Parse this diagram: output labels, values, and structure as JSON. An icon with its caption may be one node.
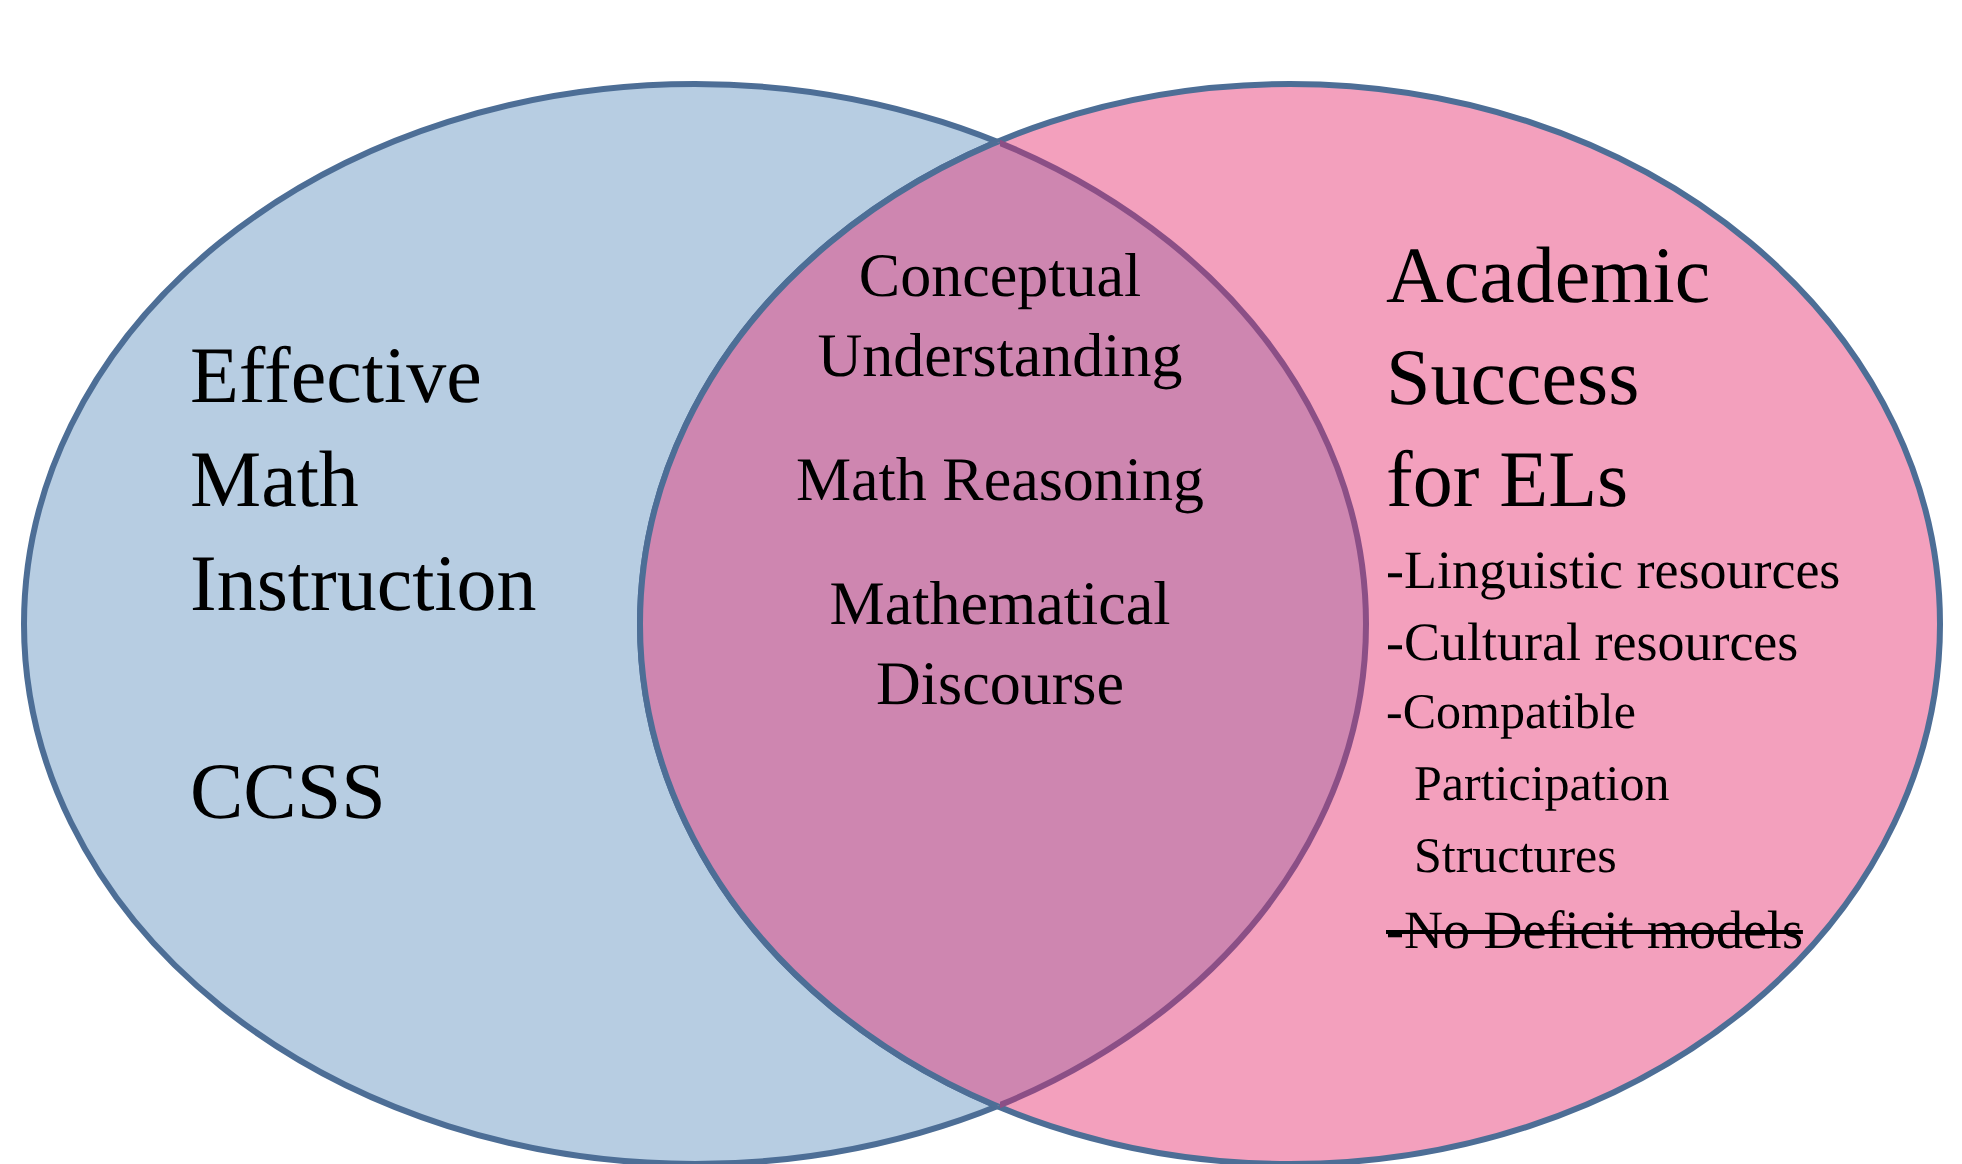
{
  "diagram": {
    "nodes": [
      {
        "text": [
          "Effective Math Instruction",
          "CCSS"
        ]
      },
      {
        "text": [
          "Academic Success for ELs",
          "-Linguistic resources",
          "-Cultural resources",
          "-Compatible Participation Structures",
          "-No Deficit models"
        ]
      },
      {
        "text": [
          "Conceptual Understanding",
          "Math Reasoning",
          "Mathematical Discourse"
        ]
      }
    ]
  }
}
